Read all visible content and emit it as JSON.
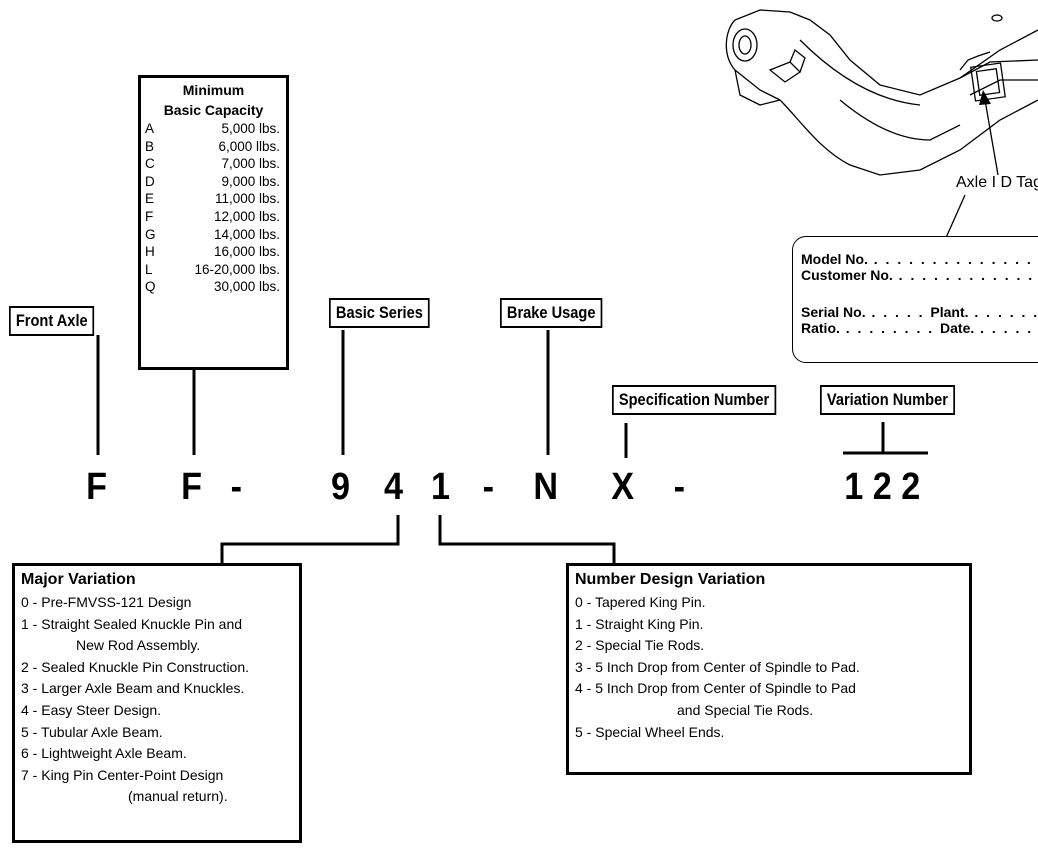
{
  "labels": {
    "front_axle": "Front Axle",
    "basic_series": "Basic Series",
    "brake_usage": "Brake Usage",
    "specification_number": "Specification Number",
    "variation_number": "Variation Number"
  },
  "capacity_table": {
    "title_line1": "Minimum",
    "title_line2": "Basic Capacity",
    "rows": [
      {
        "letter": "A",
        "value": "5,000 lbs."
      },
      {
        "letter": "B",
        "value": "6,000 llbs."
      },
      {
        "letter": "C",
        "value": "7,000 lbs."
      },
      {
        "letter": "D",
        "value": "9,000 lbs."
      },
      {
        "letter": "E",
        "value": "11,000 lbs."
      },
      {
        "letter": "F",
        "value": "12,000 lbs."
      },
      {
        "letter": "G",
        "value": "14,000 lbs."
      },
      {
        "letter": "H",
        "value": "16,000 lbs."
      },
      {
        "letter": "L",
        "value": "16-20,000 lbs."
      },
      {
        "letter": "Q",
        "value": "30,000 lbs."
      }
    ]
  },
  "model_code": {
    "c1": "F",
    "c2": "F",
    "d1": "-",
    "c3": "9",
    "c4": "4",
    "c5": "1",
    "d2": "-",
    "c6": "N",
    "c7": "X",
    "d3": "-",
    "c8": "1 2 2"
  },
  "major_variation": {
    "title": "Major Variation",
    "items": [
      "0 - Pre-FMVSS-121 Design",
      "1 - Straight Sealed Knuckle Pin and",
      "New Rod Assembly.",
      "2 - Sealed Knuckle Pin Construction.",
      "3 - Larger Axle Beam and Knuckles.",
      "4 - Easy Steer Design.",
      "5 - Tubular Axle Beam.",
      "6 - Lightweight Axle Beam.",
      "7 - King Pin Center-Point Design",
      "(manual return)."
    ]
  },
  "number_design_variation": {
    "title": "Number Design Variation",
    "items": [
      "0 - Tapered King Pin.",
      "1 - Straight King Pin.",
      "2 - Special Tie Rods.",
      "3 - 5 Inch Drop from Center of Spindle to Pad.",
      "4 - 5 Inch Drop from Center of Spindle to Pad",
      "and Special Tie Rods.",
      "5 - Special Wheel Ends."
    ]
  },
  "id_tag": {
    "label": "Axle I D Tag",
    "model_no": "Model No.",
    "customer_no": "Customer No.",
    "serial_no": "Serial No.",
    "plant": "Plant.",
    "ratio": "Ratio.",
    "date": "Date."
  }
}
